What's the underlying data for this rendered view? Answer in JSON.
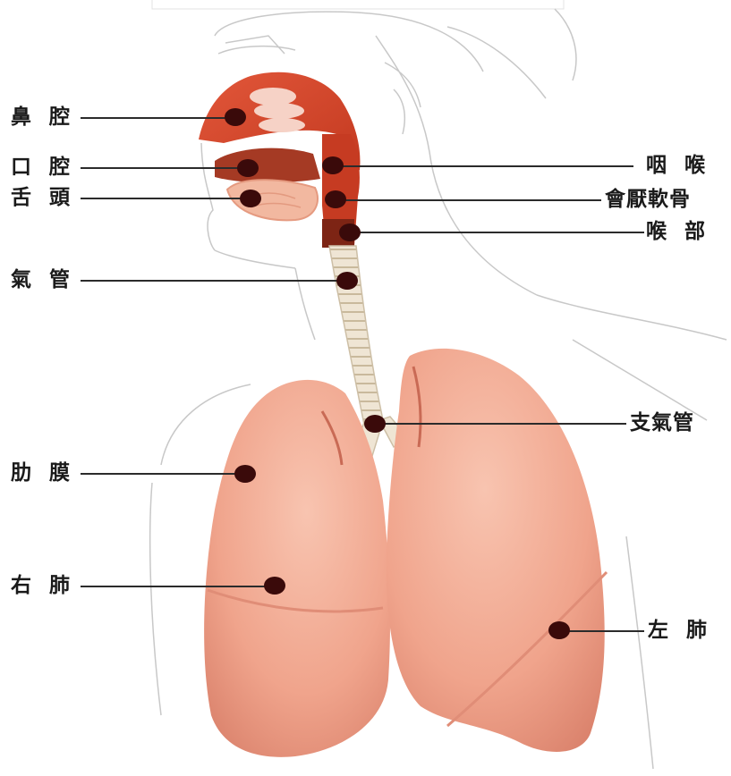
{
  "labels": {
    "nasal_cavity": "鼻 腔",
    "oral_cavity": "口 腔",
    "tongue": "舌 頭",
    "trachea": "氣 管",
    "pleura": "肋 膜",
    "right_lung": "右 肺",
    "pharynx": "咽 喉",
    "epiglottis": "會厭軟骨",
    "larynx": "喉 部",
    "bronchus": "支氣管",
    "left_lung": "左 肺"
  },
  "colors": {
    "lung_fill": "#f0a48c",
    "lung_shade": "#e07c66",
    "airway": "#d9472a",
    "trachea": "#efe5d4",
    "marker": "#3a0a0a",
    "leader": "#2b2b2b",
    "sketch": "#c8c8c8"
  }
}
